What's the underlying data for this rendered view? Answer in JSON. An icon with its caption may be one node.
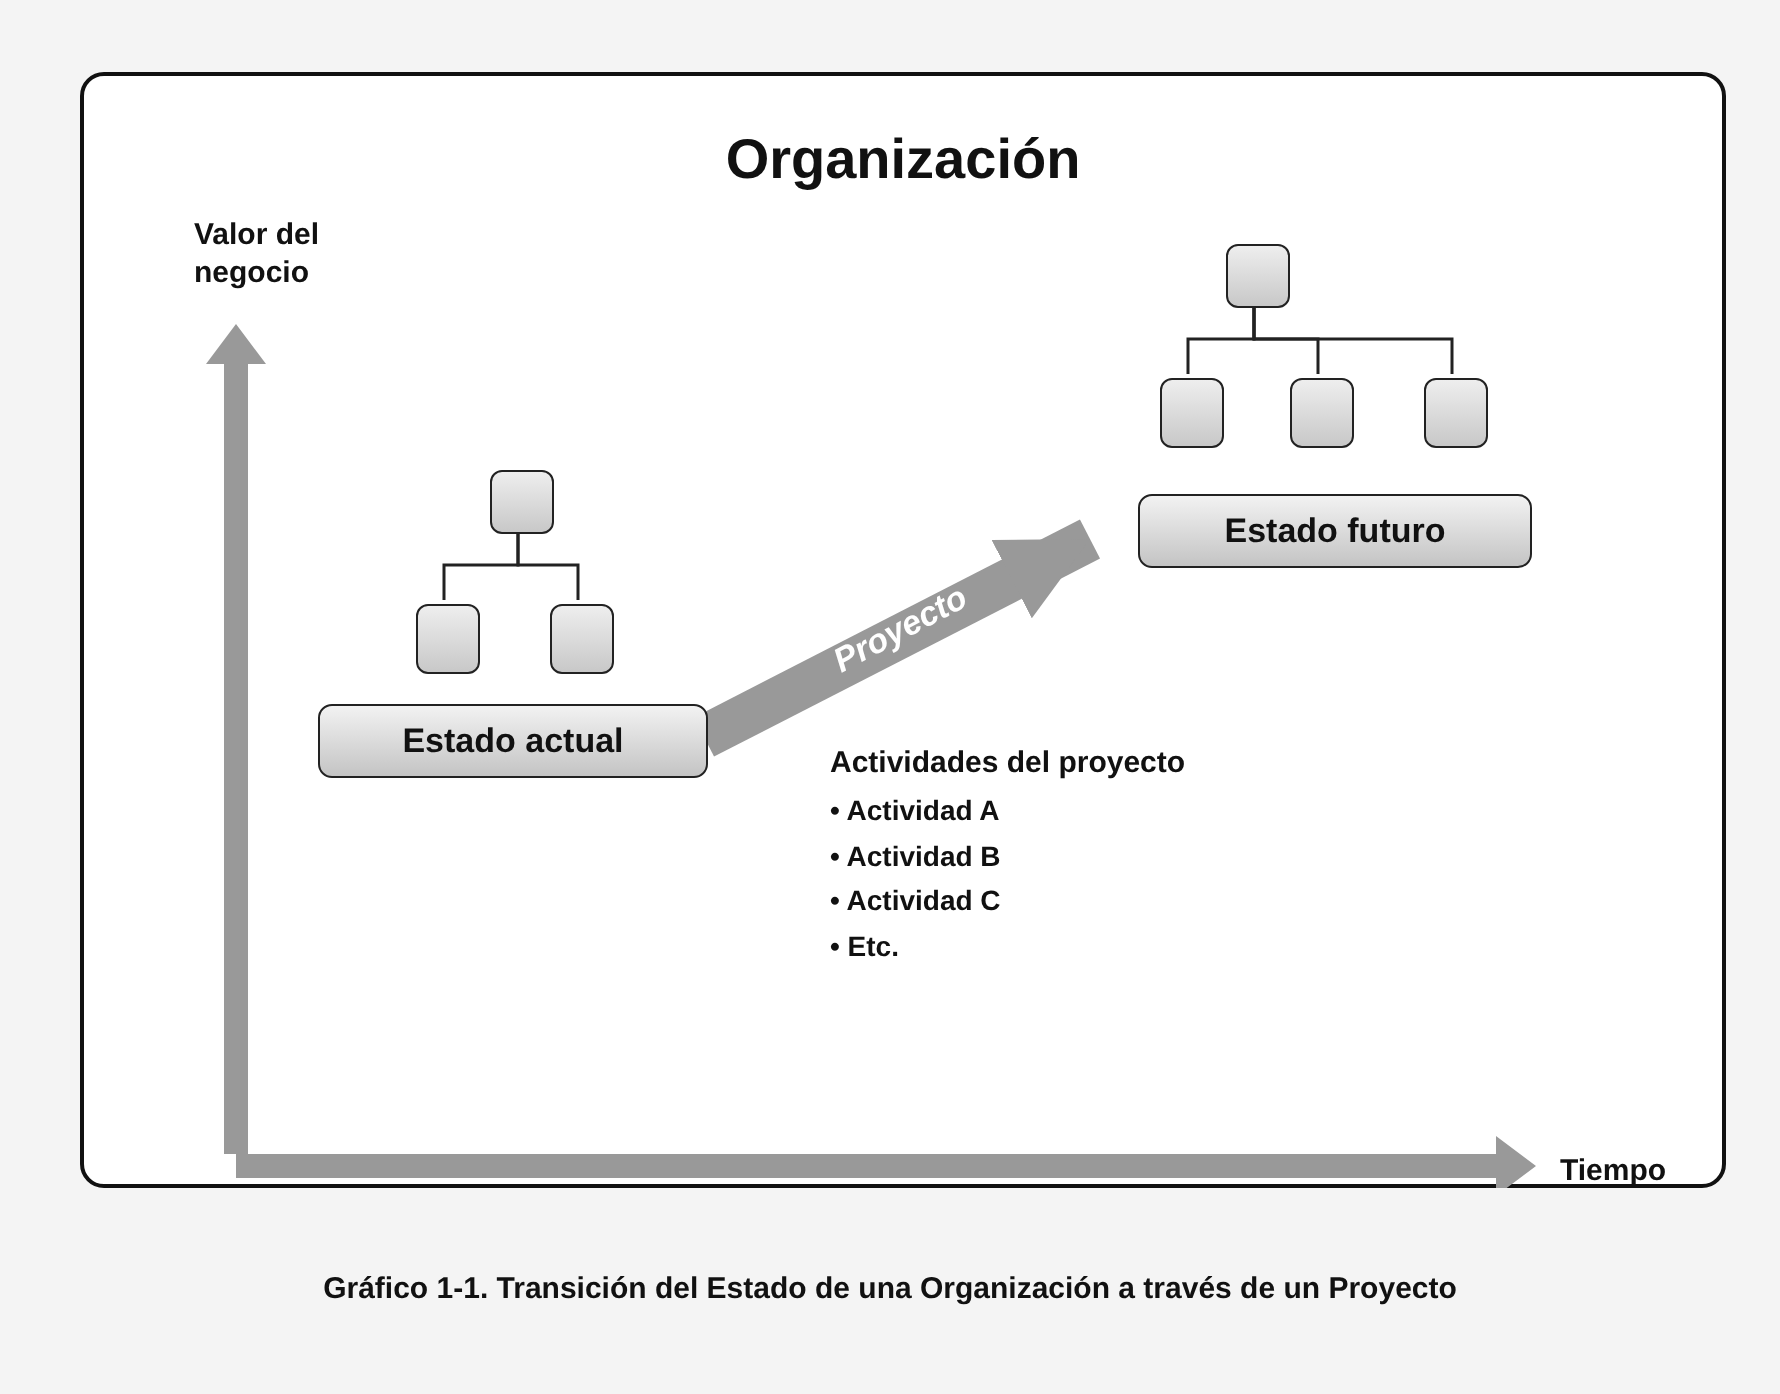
{
  "diagram": {
    "caption": "Gráfico 1-1. Transición del Estado de una Organización a través de un Proyecto",
    "nodes": [
      {
        "text": [
          "Organización"
        ]
      },
      {
        "text": [],
        "shape": "box",
        "in": 0
      },
      {
        "text": [],
        "shape": "box",
        "in": 0
      },
      {
        "text": [],
        "shape": "box",
        "in": 0
      },
      {
        "text": [],
        "shape": "box",
        "in": 0
      },
      {
        "text": [
          "Estado futuro"
        ],
        "in": 0
      },
      {
        "text": [],
        "shape": "box",
        "in": 0
      },
      {
        "text": [],
        "shape": "box",
        "in": 0
      },
      {
        "text": [],
        "shape": "box",
        "in": 0
      },
      {
        "text": [
          "Estado actual"
        ],
        "in": 0
      }
    ],
    "edges": [
      {
        "from": 1,
        "to": 2,
        "arrow": "none"
      },
      {
        "from": 1,
        "to": 3,
        "arrow": "none"
      },
      {
        "from": 1,
        "to": 4,
        "arrow": "none"
      },
      {
        "from": 6,
        "to": 7,
        "arrow": "none"
      },
      {
        "from": 6,
        "to": 8,
        "arrow": "none"
      },
      {
        "from": 9,
        "to": 5,
        "arrow": "to",
        "label": "Proyecto",
        "style": "thick",
        "color": "#999999"
      }
    ],
    "labels": [
      "Valor del negocio",
      "Actividades del proyecto",
      "• Actividad A",
      "• Actividad B",
      "• Actividad C",
      "• Etc.",
      "Tiempo"
    ]
  }
}
